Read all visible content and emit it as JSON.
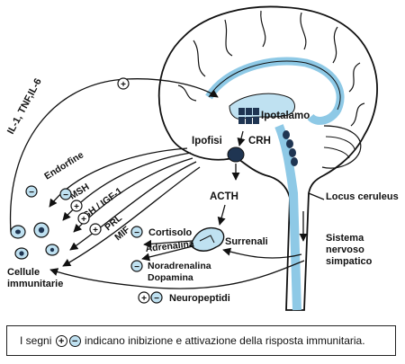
{
  "labels": {
    "il": "IL-1, TNF,IL-6",
    "ipotalamo": "Ipotalamo",
    "crh": "CRH",
    "ipofisi": "Ipofisi",
    "endorfine": "Endorfine",
    "msh": "MSH",
    "gh": "GH / IGF-1",
    "prl": "PRL",
    "mif": "MIF",
    "acth": "ACTH",
    "locus": "Locus ceruleus",
    "surrenali": "Surrenali",
    "cortisolo": "Cortisolo",
    "adrenalina": "Adrenalina",
    "noradrenalina": "Noradrenalina",
    "dopamina": "Dopamina",
    "sistema1": "Sistema",
    "sistema2": "nervoso",
    "sistema3": "simpatico",
    "cellule1": "Cellule",
    "cellule2": "immunitarie",
    "neuropeptidi": "Neuropeptidi"
  },
  "symbols": {
    "plus": "+",
    "minus": "−"
  },
  "caption": {
    "prefix": "I segni",
    "suffix": "indicano inibizione e attivazione della risposta immunitaria."
  }
}
